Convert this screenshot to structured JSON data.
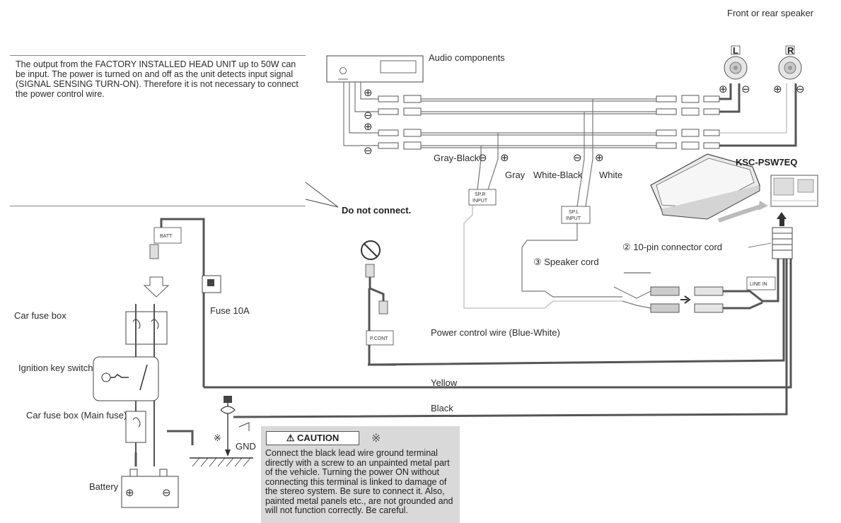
{
  "top_right_label": "Front or rear speaker",
  "note_box": {
    "text": "The output from the FACTORY INSTALLED HEAD UNIT up to 50W can be input. The power is turned on and off as the unit detects input signal (SIGNAL SENSING TURN-ON). Therefore it is not necessary to connect the power control wire."
  },
  "do_not_connect": "Do not connect.",
  "audio_components": "Audio components",
  "speaker_left": "L",
  "speaker_right": "R",
  "plus": "⊕",
  "minus": "⊖",
  "product_name": "KSC-PSW7EQ",
  "wire_labels": {
    "gray_black": "Gray-Black",
    "gray": "Gray",
    "white_black": "White-Black",
    "white": "White",
    "yellow": "Yellow",
    "black": "Black",
    "power_control": "Power control wire (Blue-White)"
  },
  "terminal_tags": {
    "sp_r": [
      "SP.R",
      "INPUT"
    ],
    "sp_l": [
      "SP.L",
      "INPUT"
    ],
    "batt": "BATT",
    "pcont": "P.CONT",
    "line_in": "LINE IN"
  },
  "cords": {
    "connector": "② 10-pin connector cord",
    "speaker": "③ Speaker cord"
  },
  "left_labels": {
    "car_fuse_box": "Car fuse box",
    "ignition": "Ignition key switch",
    "main_fuse": "Car fuse box (Main fuse)",
    "battery": "Battery",
    "fuse_10a": "Fuse 10A",
    "gnd": "GND",
    "star": "※"
  },
  "caution": {
    "title": "⚠ CAUTION",
    "mark": "※",
    "text": "Connect the black lead wire ground terminal directly with a screw to an unpainted metal part of the vehicle. Turning the power ON without connecting this terminal is linked to damage of the stereo system. Be sure to connect it. Also, painted metal panels etc., are not grounded and will not function correctly. Be careful."
  }
}
